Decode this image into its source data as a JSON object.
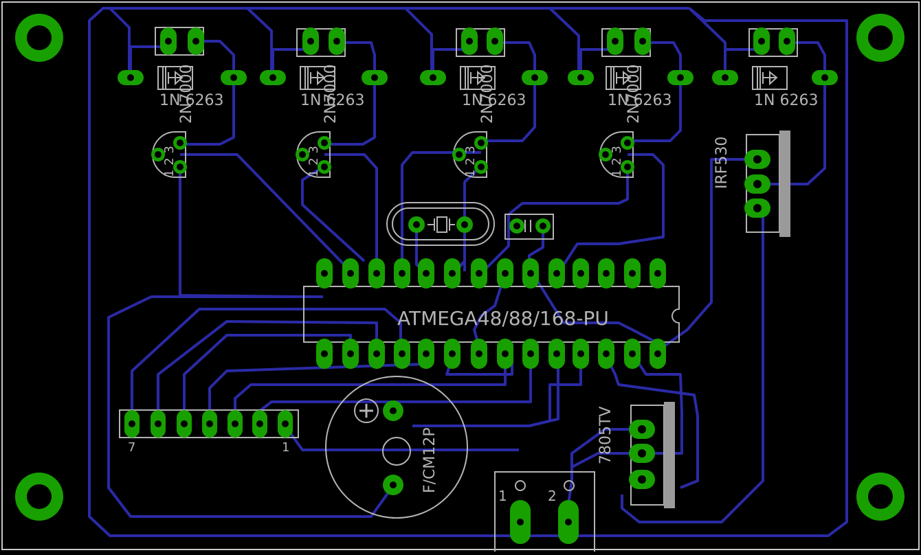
{
  "board": {
    "labels": {
      "diode_part": "1N 6263",
      "transistor_part": "2N7000",
      "mosfet_part": "IRF530",
      "mcu_part": "ATMEGA48/88/168-PU",
      "regulator_part": "7805TV",
      "buzzer_part": "F/CM12P",
      "header_pin_first": "1",
      "header_pin_last": "7",
      "terminal_pin1": "1",
      "terminal_pin2": "2",
      "transistor_pin_numbers": "1 2 3"
    },
    "colors": {
      "background": "#000000",
      "trace": "#2a2aa6",
      "pad": "#18a000",
      "drill": "#000000",
      "silkscreen": "#b4b4b4",
      "board_outline": "#c8c8c8",
      "tab": "#9a9a9a"
    }
  }
}
